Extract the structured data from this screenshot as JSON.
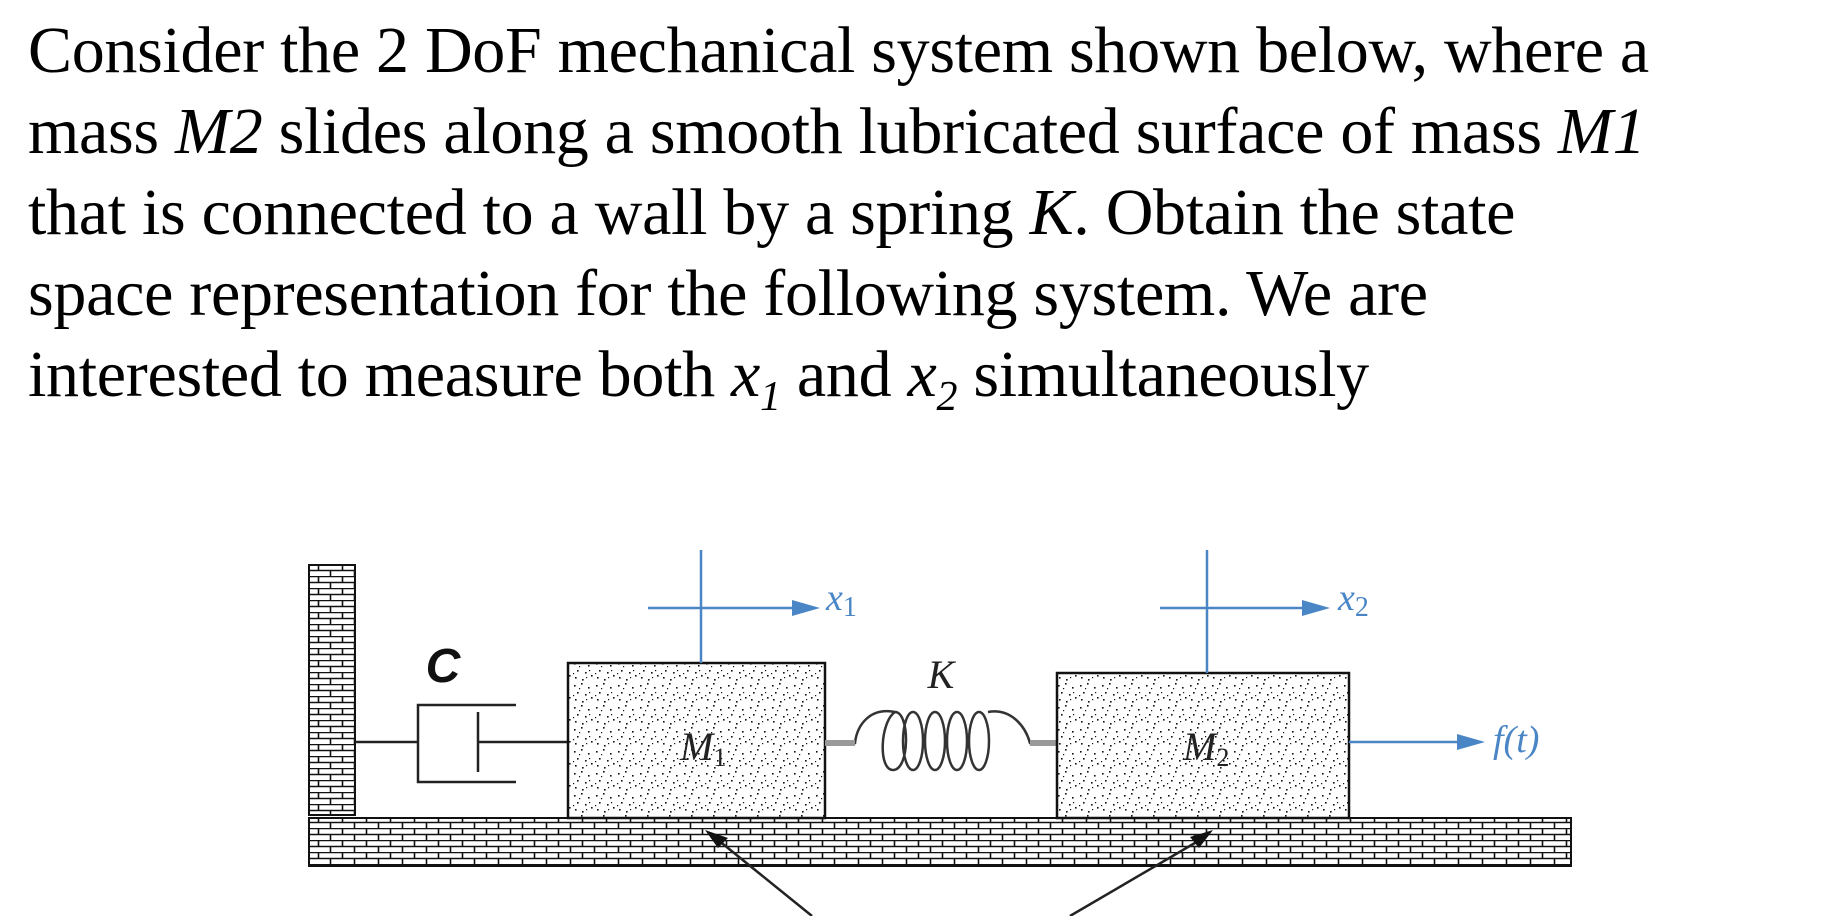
{
  "problem": {
    "l1_a": "Consider the 2 DoF mechanical system shown below, where a",
    "l2_a": "mass ",
    "l2_m2": "M2",
    "l2_b": " slides along a smooth lubricated surface of mass ",
    "l2_m1": "M1",
    "l3_a": "that is connected to a wall by a spring ",
    "l3_k": "K",
    "l3_b": ". Obtain the state",
    "l4_a": "space representation for the following system. We are",
    "l5_a": "interested to measure both ",
    "l5_x": "x",
    "l5_sub1": "1",
    "l5_and": " and ",
    "l5_x2": "x",
    "l5_sub2": "2",
    "l5_b": " simultaneously"
  },
  "diagram": {
    "damper_label": "C",
    "spring_label": "K",
    "mass1_label": "M",
    "mass1_sub": "1",
    "mass2_label": "M",
    "mass2_sub": "2",
    "x1_label": "x",
    "x1_sub": "1",
    "x2_label": "x",
    "x2_sub": "2",
    "force_label": "f(t)",
    "accent_color": "#4a86c5"
  }
}
